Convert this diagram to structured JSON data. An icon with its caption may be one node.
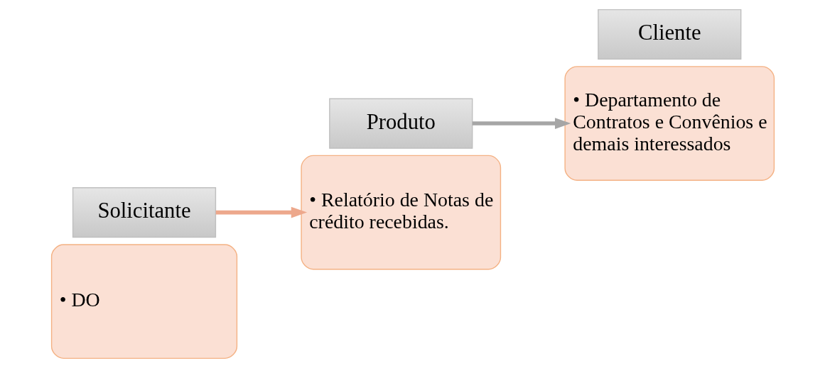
{
  "diagram": {
    "nodes": [
      {
        "text": [
          "• DO"
        ]
      },
      {
        "text": [
          "Solicitante"
        ]
      },
      {
        "text": [
          "• Relatório de Notas de crédito recebidas."
        ]
      },
      {
        "text": [
          "Produto"
        ]
      },
      {
        "text": [
          "• Departamento de Contratos e Convênios e demais interessados"
        ]
      },
      {
        "text": [
          "Cliente"
        ]
      }
    ],
    "edges": [
      {
        "from": 1,
        "to": 2,
        "arrow": "to",
        "color": "#eda88c"
      },
      {
        "from": 3,
        "to": 4,
        "arrow": "to",
        "color": "#a6a6a6"
      }
    ]
  }
}
